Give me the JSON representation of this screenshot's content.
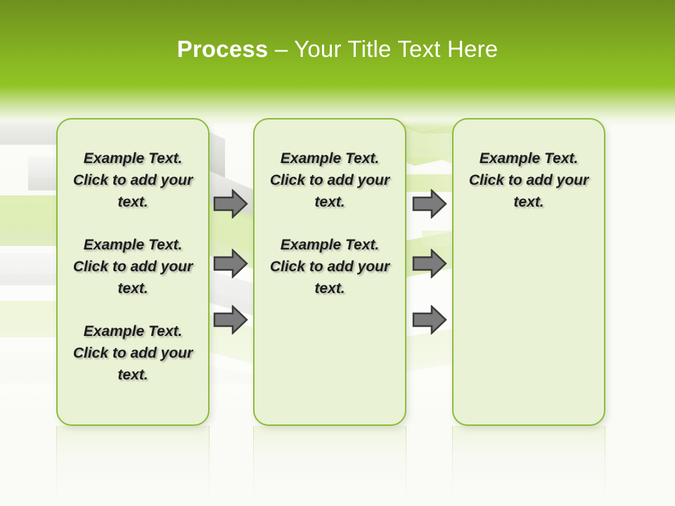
{
  "slide": {
    "background_color": "#FAFAF6",
    "accent_color": "#8CBB3B",
    "header_color_top": "#6E8F1E",
    "header_color_bottom": "#92C425",
    "box_fill_color": "#E9F2D4",
    "arrow_color": "#7C7C7C",
    "text_color": "#1C1C1C"
  },
  "header": {
    "title_bold": "Process",
    "title_rest": "– Your Title Text Here"
  },
  "columns": [
    {
      "name": "column-1",
      "paragraphs": [
        "Example Text. Click  to add your text.",
        "Example Text. Click  to add your text.",
        "Example Text. Click  to add your text."
      ]
    },
    {
      "name": "column-2",
      "paragraphs": [
        "Example Text. Click  to add your text.",
        "Example Text. Click  to add your text."
      ]
    },
    {
      "name": "column-3",
      "paragraphs": [
        "Example Text. Click  to add your text."
      ]
    }
  ],
  "connectors": {
    "group_1_count": 3,
    "group_2_count": 3,
    "icon": "arrow-right-icon"
  }
}
